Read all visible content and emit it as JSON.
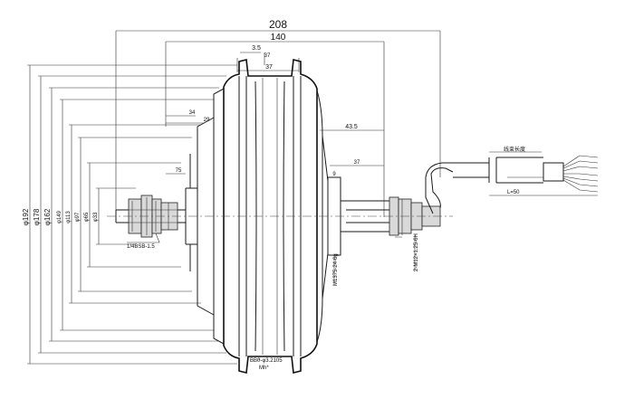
{
  "dimensions": {
    "overall_width": "208",
    "mount_width": "140",
    "offset_35": "3.5",
    "offset_37_small": "37",
    "rim_width": "37",
    "dim_34": "34",
    "dim_29": "29",
    "dim_75": "75",
    "dim_43_5": "43.5",
    "dim_37_right": "37",
    "dim_9": "9",
    "cable_length": "L=50"
  },
  "diameters": {
    "d192": "φ192",
    "d178": "φ178",
    "d162": "φ162",
    "d149": "φ149",
    "d113": "φ113",
    "d97": "φ97",
    "d65": "φ65",
    "d33": "φ33"
  },
  "callouts": {
    "thread": "M1375-24-6g",
    "nut": "2-M12×1.25-6H",
    "holes": "BB0-φ3.2105",
    "holes_sub": "Mh*",
    "left_note": "1/4BSB-1.5",
    "cable_label": "线束长度"
  }
}
